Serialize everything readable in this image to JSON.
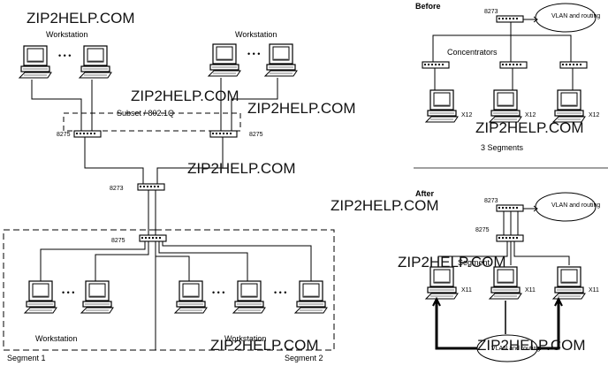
{
  "watermark": "ZIP2HELP.COM",
  "left": {
    "workstation_top_left": "Workstation",
    "workstation_top_right": "Workstation",
    "dots": "• • •",
    "subset_label": "Subset / 802.1Q",
    "switch_a": "8275",
    "switch_b": "8275",
    "switch_core": "8273",
    "switch_bottom": "8275",
    "workstation_bottom_left": "Workstation",
    "workstation_bottom_right": "Workstation",
    "segment_1": "Segment 1",
    "segment_2": "Segment 2"
  },
  "before": {
    "title": "Before",
    "switch": "8273",
    "cloud": "VLAN and routing",
    "concentrators": "Concentrators",
    "pc_label": "X12",
    "segments": "3 Segments"
  },
  "after": {
    "title": "After",
    "switch": "8273",
    "cloud": "VLAN and routing",
    "switch_2": "8275",
    "segment_label": "Segment",
    "pc_label": "X11",
    "cloud_bottom": "VLAN and routing"
  }
}
